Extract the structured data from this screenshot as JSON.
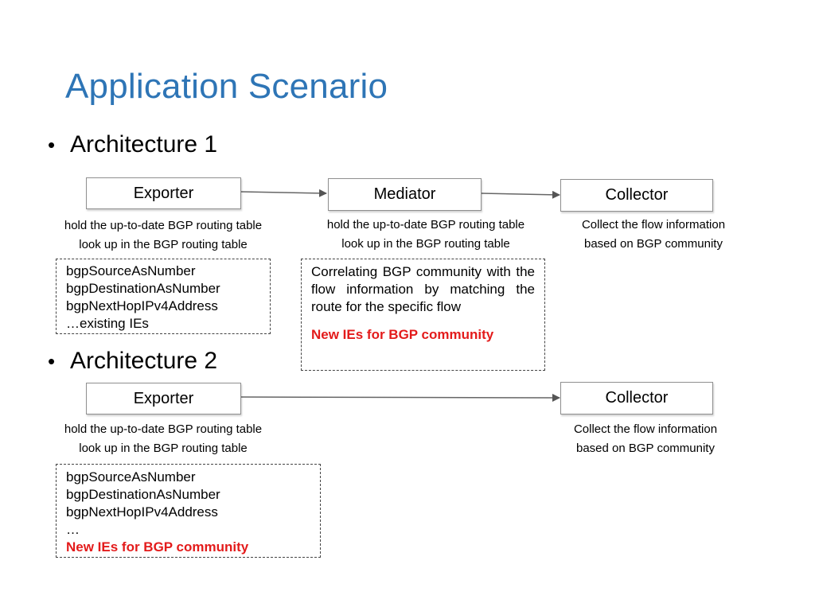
{
  "slide": {
    "title": "Application Scenario",
    "architectures": [
      {
        "heading": "Architecture 1",
        "nodes": {
          "exporter": {
            "label": "Exporter",
            "caption_lines": [
              "hold the up-to-date BGP routing table",
              "look up in the BGP routing table"
            ],
            "ie_lines": [
              "bgpSourceAsNumber",
              "bgpDestinationAsNumber",
              "bgpNextHopIPv4Address",
              "…existing IEs"
            ]
          },
          "mediator": {
            "label": "Mediator",
            "caption_lines": [
              "hold the up-to-date BGP routing table",
              "look up in the BGP routing table"
            ],
            "description": "Correlating BGP community with the flow information by matching the route for the specific flow",
            "highlight": "New IEs for BGP community"
          },
          "collector": {
            "label": "Collector",
            "caption_lines": [
              "Collect the flow information",
              "based on BGP community"
            ]
          }
        }
      },
      {
        "heading": "Architecture 2",
        "nodes": {
          "exporter": {
            "label": "Exporter",
            "caption_lines": [
              "hold the up-to-date BGP routing table",
              "look up in the BGP routing table"
            ],
            "ie_lines": [
              "bgpSourceAsNumber",
              "bgpDestinationAsNumber",
              "bgpNextHopIPv4Address",
              "…"
            ],
            "highlight": "New IEs for BGP community"
          },
          "collector": {
            "label": "Collector",
            "caption_lines": [
              "Collect the flow information",
              "based on BGP community"
            ]
          }
        }
      }
    ],
    "colors": {
      "title": "#2e75b6",
      "highlight": "#e31b1b",
      "arrow": "#555555"
    }
  }
}
